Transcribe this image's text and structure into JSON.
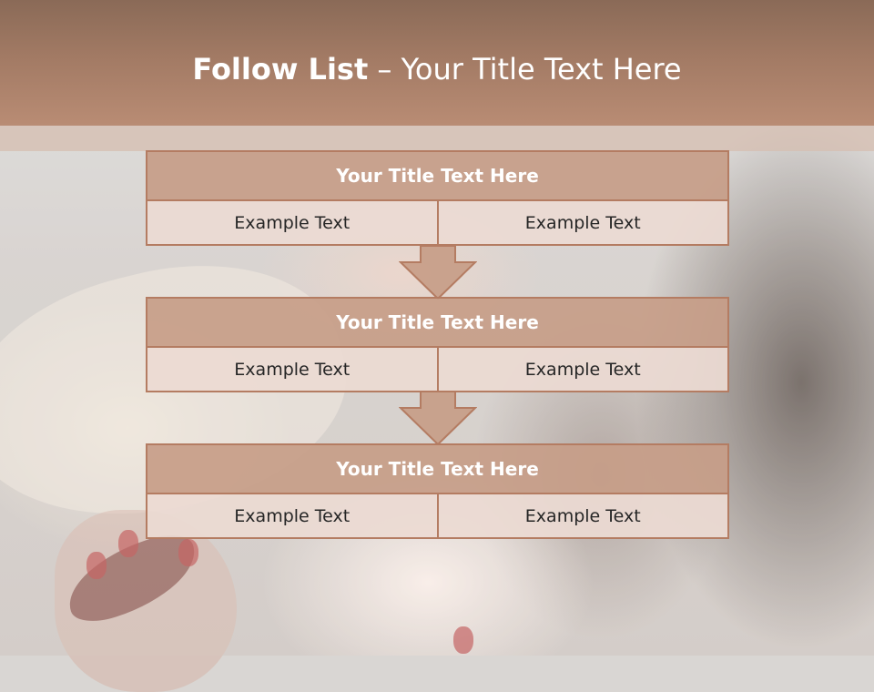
{
  "header": {
    "title_bold": "Follow List",
    "title_rest": " – Your Title Text Here"
  },
  "flow": [
    {
      "title": "Your Title Text Here",
      "left": "Example Text",
      "right": "Example Text"
    },
    {
      "title": "Your Title Text Here",
      "left": "Example Text",
      "right": "Example Text"
    },
    {
      "title": "Your Title Text Here",
      "left": "Example Text",
      "right": "Example Text"
    }
  ],
  "colors": {
    "header": "#a27a64",
    "box_title": "#c79d88",
    "box_cell": "#ecdad3",
    "border": "#b47c62"
  }
}
